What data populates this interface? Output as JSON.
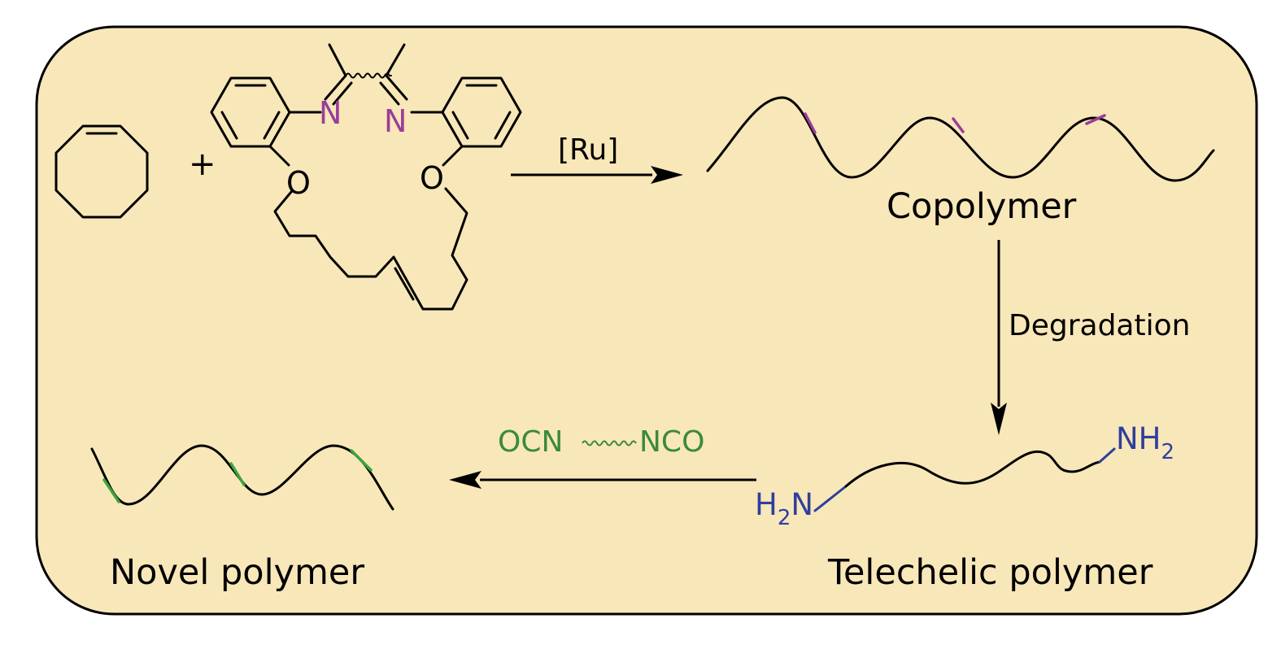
{
  "atoms": {
    "nitrogen": "N",
    "oxygen": "O"
  },
  "plus_sign": "+",
  "arrows": {
    "polymerization_label": "[Ru]",
    "degradation_label": "Degradation",
    "coupling_left": "OCN",
    "coupling_right": "NCO"
  },
  "products": {
    "copolymer": "Copolymer",
    "telechelic": "Telechelic polymer",
    "novel": "Novel polymer"
  },
  "end_groups": {
    "left_main": "H",
    "left_sub": "2",
    "left_tail": "N",
    "right_main": "NH",
    "right_sub": "2"
  },
  "colors": {
    "panel": "#f8e7b8",
    "imine_nitrogen": "#9b3d9b",
    "cleavable_site": "#9b3d9b",
    "urea_link": "#3ea33e",
    "amine_end_group": "#2e3f9e",
    "diisocyanate": "#3a8a3a"
  }
}
